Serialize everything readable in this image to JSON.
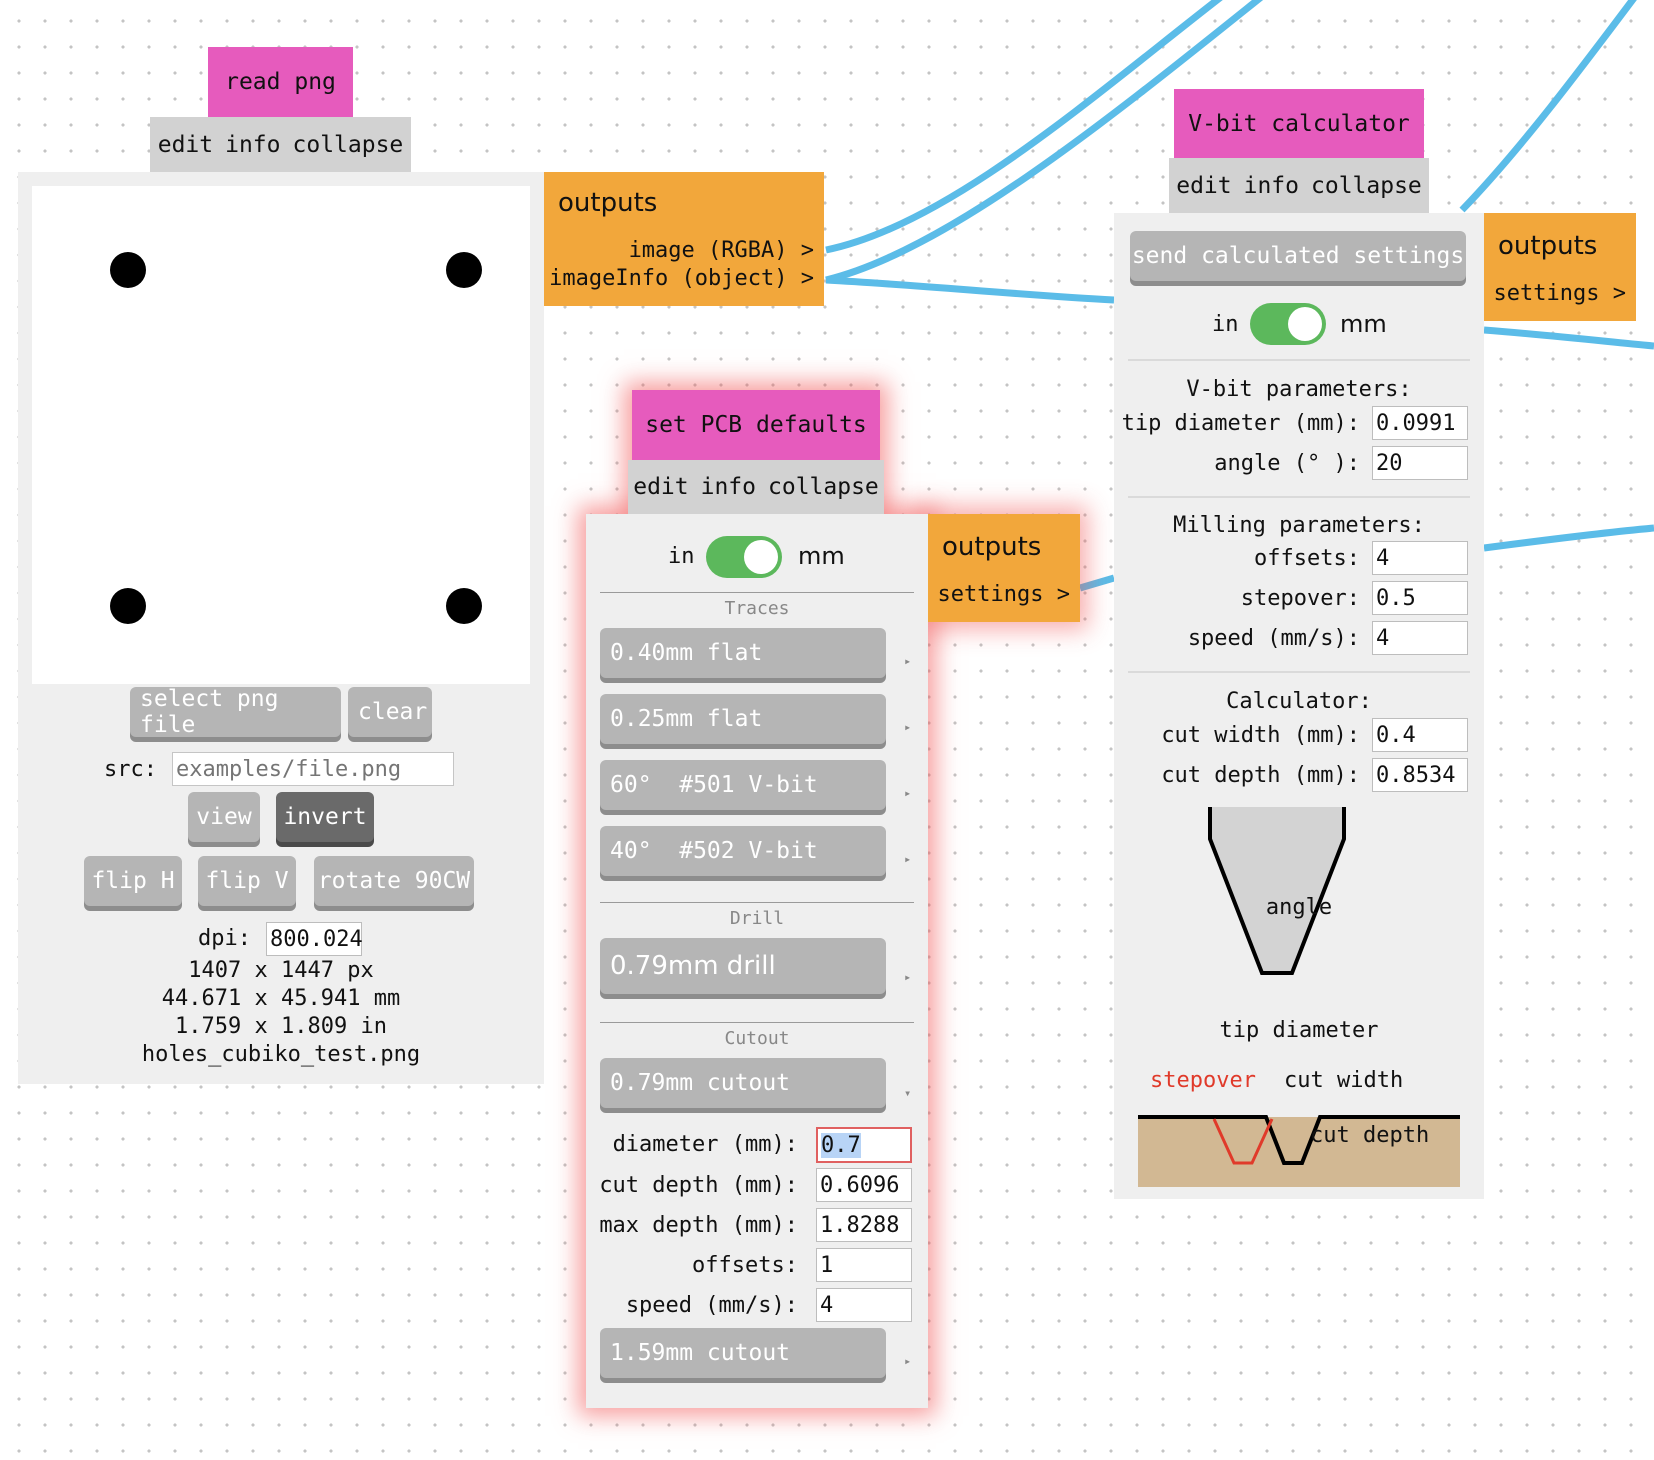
{
  "read_png": {
    "title": "read png",
    "bar": {
      "edit": "edit",
      "info": "info",
      "collapse": "collapse"
    },
    "outputs": {
      "heading": "outputs",
      "image": "image (RGBA) >",
      "imageinfo": "imageInfo (object) >"
    },
    "select_button": "select png file",
    "clear_button": "clear",
    "src_label": "src:",
    "src_placeholder": "examples/file.png",
    "view_button": "view",
    "invert_button": "invert",
    "flip_h_button": "flip H",
    "flip_v_button": "flip V",
    "rotate_button": "rotate 90CW",
    "dpi_label": "dpi:",
    "dpi_value": "800.024",
    "size_px": "1407 x 1447 px",
    "size_mm": "44.671 x 45.941 mm",
    "size_in": "1.759 x 1.809 in",
    "filename": "holes_cubiko_test.png"
  },
  "pcb_defaults": {
    "title": "set PCB defaults",
    "bar": {
      "edit": "edit",
      "info": "info",
      "collapse": "collapse"
    },
    "outputs": {
      "heading": "outputs",
      "settings": "settings >"
    },
    "unit_left": "in",
    "unit_right": "mm",
    "traces_heading": "Traces",
    "traces": [
      "0.40mm flat",
      "0.25mm flat",
      "60°  #501 V-bit",
      "40°  #502 V-bit"
    ],
    "drill_heading": "Drill",
    "drill": "0.79mm drill",
    "cutout_heading": "Cutout",
    "cutout_selected": "0.79mm cutout",
    "fields": {
      "diameter_label": "diameter (mm):",
      "diameter": "0.7",
      "cut_depth_label": "cut depth (mm):",
      "cut_depth": "0.6096",
      "max_depth_label": "max depth (mm):",
      "max_depth": "1.8288",
      "offsets_label": "offsets:",
      "offsets": "1",
      "speed_label": "speed (mm/s):",
      "speed": "4"
    },
    "cutout_other": "1.59mm cutout"
  },
  "vbit": {
    "title": "V-bit calculator",
    "bar": {
      "edit": "edit",
      "info": "info",
      "collapse": "collapse"
    },
    "outputs": {
      "heading": "outputs",
      "settings": "settings >"
    },
    "send_button": "send calculated settings",
    "unit_left": "in",
    "unit_right": "mm",
    "vbit_heading": "V-bit parameters:",
    "tip_label": "tip diameter (mm):",
    "tip": "0.0991",
    "angle_label": "angle (° ):",
    "angle": "20",
    "milling_heading": "Milling parameters:",
    "offsets_label": "offsets:",
    "offsets": "4",
    "stepover_label": "stepover:",
    "stepover": "0.5",
    "speed_label": "speed (mm/s):",
    "speed": "4",
    "calc_heading": "Calculator:",
    "cut_width_label": "cut width (mm):",
    "cut_width": "0.4",
    "cut_depth_label": "cut depth (mm):",
    "cut_depth": "0.8534",
    "diagram": {
      "angle": "angle",
      "tip_diameter": "tip diameter",
      "stepover": "stepover",
      "cut_width": "cut width",
      "cut_depth": "cut depth"
    }
  },
  "colors": {
    "title": "#e65bbd",
    "outputs": "#f2a73b",
    "wire": "#5bbce8",
    "toggle": "#5cb85c",
    "material": "#d2b893",
    "stepover": "#e03a2a"
  }
}
